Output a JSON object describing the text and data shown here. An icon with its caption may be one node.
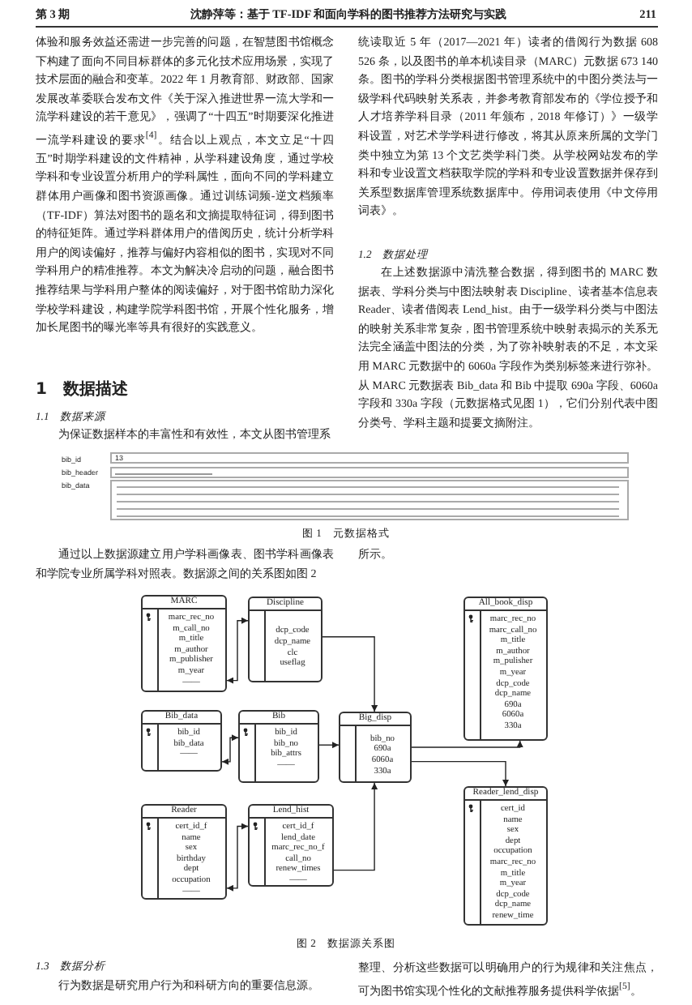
{
  "diagram": {
    "caption": "图 2　数据源关系图",
    "nodes": [
      {
        "text": [
          "MARC",
          "marc_rec_no",
          "m_call_no",
          "m_title",
          "m_author",
          "m_publisher",
          "m_year",
          "——"
        ]
      },
      {
        "text": [
          "Discipline",
          "dcp_code",
          "dcp_name",
          "clc",
          "useflag"
        ]
      },
      {
        "text": [
          "All_book_disp",
          "marc_rec_no",
          "marc_call_no",
          "m_title",
          "m_author",
          "m_pulisher",
          "m_year",
          "dcp_code",
          "dcp_name",
          "690a",
          "6060a",
          "330a"
        ]
      },
      {
        "text": [
          "Bib_data",
          "bib_id",
          "bib_data",
          "——"
        ]
      },
      {
        "text": [
          "Bib",
          "bib_id",
          "bib_no",
          "bib_attrs",
          "——"
        ]
      },
      {
        "text": [
          "Big_disp",
          "bib_no",
          "690a",
          "6060a",
          "330a"
        ]
      },
      {
        "text": [
          "Reader_lend_disp",
          "cert_id",
          "name",
          "sex",
          "dept",
          "occupation",
          "marc_rec_no",
          "m_title",
          "m_year",
          "dcp_code",
          "dcp_name",
          "renew_time"
        ]
      },
      {
        "text": [
          "Reader",
          "cert_id_f",
          "name",
          "sex",
          "birthday",
          "dept",
          "occupation",
          "——"
        ]
      },
      {
        "text": [
          "Lend_hist",
          "cert_id_f",
          "lend_date",
          "marc_rec_no_f",
          "call_no",
          "renew_times",
          "——"
        ]
      }
    ],
    "edges": [
      {
        "from": 0,
        "to": 1,
        "arrow": "both"
      },
      {
        "from": 1,
        "to": 5,
        "arrow": "to"
      },
      {
        "from": 3,
        "to": 4,
        "arrow": "both"
      },
      {
        "from": 4,
        "to": 5,
        "arrow": "to"
      },
      {
        "from": 5,
        "to": 2,
        "arrow": "to"
      },
      {
        "from": 5,
        "to": 6,
        "arrow": "to"
      },
      {
        "from": 7,
        "to": 8,
        "arrow": "both"
      },
      {
        "from": 8,
        "to": 5,
        "arrow": "to"
      }
    ],
    "labels": [
      "第 3 期",
      "沈静萍等：基于 TF-IDF 和面向学科的图书推荐方法研究与实践",
      "211",
      "体验和服务效益还需进一步完善的问题，在智慧图书馆概念下构建了面向不同目标群体的多元化技术应用场景，实现了技术层面的融合和变革。2022 年 1 月教育部、财政部、国家发展改革委联合发布文件《关于深入推进世界一流大学和一流学科建设的若干意见》，强调了“十四五”时期要深化推进一流学科建设的要求$^{[4]}$。结合以上观点，本文立足“十四五”时期学科建设的文件精神，从学科建设角度，通过学校学科和专业设置分析用户的学科属性，面向不同的学科建立群体用户画像和图书资源画像。通过训练词频-逆文档频率（TF-IDF）算法对图书的题名和文摘提取特征词，得到图书的特征矩阵。通过学科群体用户的借阅历史，统计分析学科用户的阅读偏好，推荐与偏好内容相似的图书，实现对不同学科用户的精准推荐。本文为解决冷启动的问题，融合图书推荐结果与学科用户整体的阅读偏好，对于图书馆助力深化学校学科建设，构建学院学科图书馆，开展个性化服务，增加长尾图书的曝光率等具有很好的实践意义。",
      "1　数据描述",
      "1.1　数据来源",
      "为保证数据样本的丰富性和有效性，本文从图书管理系",
      "统读取近 5 年（2017—2021 年）读者的借阅行为数据 608 526 条，以及图书的单本机读目录（MARC）元数据 673 140 条。图书的学科分类根据图书管理系统中的中图分类法与一级学科代码映射关系表，并参考教育部发布的《学位授予和人才培养学科目录（2011 年颁布，2018 年修订）》一级学科设置，对艺术学学科进行修改，将其从原来所属的文学门类中独立为第 13 个文艺类学科门类。从学校网站发布的学科和专业设置文档获取学院的学科和专业设置数据并保存到关系型数据库管理系统数据库中。停用词表使用《中文停用词表》。",
      "1.2　数据处理",
      "在上述数据源中清洗整合数据，得到图书的 MARC 数据表、学科分类与中图法映射表 Discipline、读者基本信息表 Reader、读者借阅表 Lend_hist。由于一级学科分类与中图法的映射关系非常复杂，图书管理系统中映射表揭示的关系无法完全涵盖中图法的分类，为了弥补映射表的不足，本文采用 MARC 元数据中的 6060a 字段作为类别标签来进行弥补。从 MARC 元数据表 Bib_data 和 Bib 中提取 690a 字段、6060a 字段和 330a 字段（元数据格式见图 1），它们分别代表中图分类号、学科主题和提要文摘附注。",
      "bib_id",
      "13",
      "bib_header",
      "bib_data",
      "图 1　元数据格式",
      "通过以上数据源建立用户学科画像表、图书学科画像表和学院专业所属学科对照表。数据源之间的关系图如图 2",
      "所示。",
      "1.3　数据分析",
      "行为数据是研究用户行为和科研方向的重要信息源。",
      "整理、分析这些数据可以明确用户的行为规律和关注焦点，可为图书馆实现个性化的文献推荐服务提供科学依据$^{[5]}$。"
    ]
  }
}
